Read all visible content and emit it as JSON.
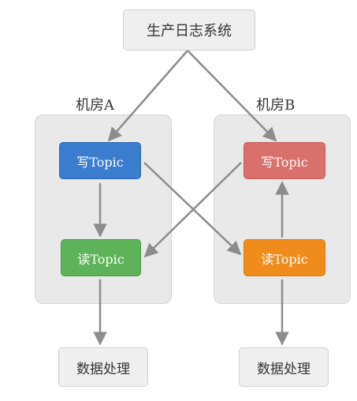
{
  "source": {
    "label": "生产日志系统"
  },
  "rooms": {
    "a": {
      "label": "机房A",
      "write": {
        "label": "写Topic",
        "color": "#3a7dcf"
      },
      "read": {
        "label": "读Topic",
        "color": "#5eb35a"
      },
      "processing": {
        "label": "数据处理"
      }
    },
    "b": {
      "label": "机房B",
      "write": {
        "label": "写Topic",
        "color": "#d9706c"
      },
      "read": {
        "label": "读Topic",
        "color": "#f08c1c"
      },
      "processing": {
        "label": "数据处理"
      }
    }
  },
  "colors": {
    "arrow": "#8c8c8c",
    "room_bg": "#e9e9e9"
  }
}
